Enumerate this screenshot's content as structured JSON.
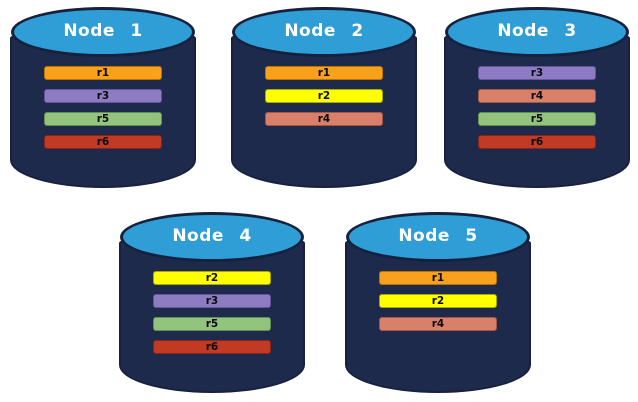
{
  "colors": {
    "background": "#FFFFFF",
    "cylinder_body": "#1D2A4C",
    "cylinder_outline": "#16213E",
    "cylinder_top": "#2F9ED6",
    "node_label_text": "#FFFFFF",
    "replica_label_text": "#0A0A0A"
  },
  "replica_colors": {
    "r1": {
      "fill": "#F9A11C",
      "border": "#B97400"
    },
    "r2": {
      "fill": "#FFFF00",
      "border": "#A8A800"
    },
    "r3": {
      "fill": "#8E7CC3",
      "border": "#66549E"
    },
    "r4": {
      "fill": "#D9806B",
      "border": "#A85542"
    },
    "r5": {
      "fill": "#93C47D",
      "border": "#61904B"
    },
    "r6": {
      "fill": "#C13A24",
      "border": "#8C2413"
    }
  },
  "nodes": [
    {
      "label": "Node 1",
      "replicas": [
        "r1",
        "r3",
        "r5",
        "r6"
      ]
    },
    {
      "label": "Node 2",
      "replicas": [
        "r1",
        "r2",
        "r4"
      ]
    },
    {
      "label": "Node 3",
      "replicas": [
        "r3",
        "r4",
        "r5",
        "r6"
      ]
    },
    {
      "label": "Node 4",
      "replicas": [
        "r2",
        "r3",
        "r5",
        "r6"
      ]
    },
    {
      "label": "Node 5",
      "replicas": [
        "r1",
        "r2",
        "r4"
      ]
    }
  ]
}
